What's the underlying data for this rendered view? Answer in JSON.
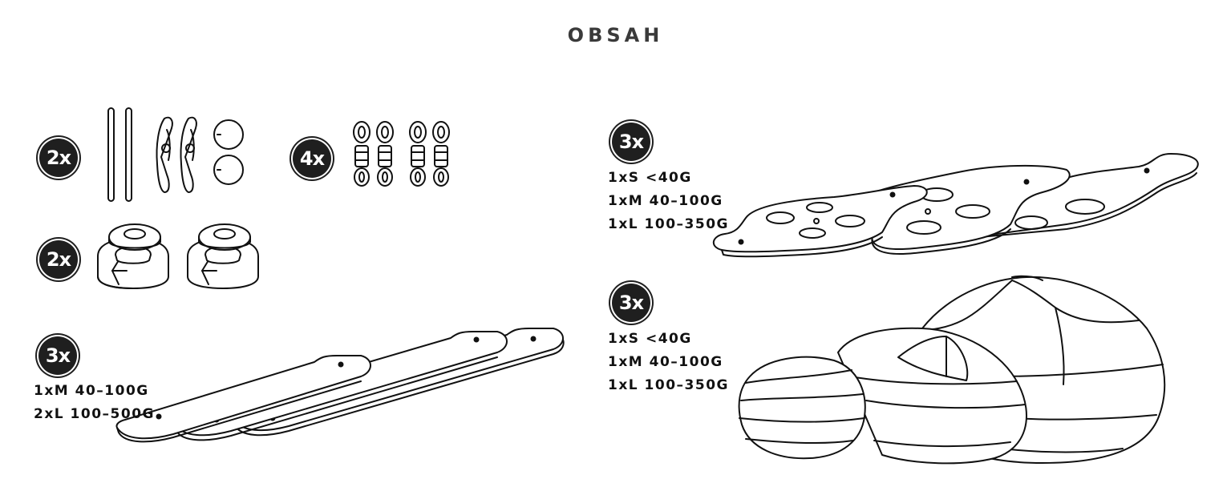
{
  "page": {
    "title": "OBSAH"
  },
  "groups": {
    "pins_clips_beads": {
      "badge": "2x"
    },
    "swivels": {
      "badge": "4x"
    },
    "stoppers": {
      "badge": "2x"
    },
    "arms": {
      "badge": "3x",
      "sizes": [
        "1xM 40–100G",
        "2xL 100–500G"
      ]
    },
    "plates": {
      "badge": "3x",
      "sizes": [
        "1xS <40G",
        "1xM 40–100G",
        "1xL 100–350G"
      ]
    },
    "sacks": {
      "badge": "3x",
      "sizes": [
        "1xS <40G",
        "1xM 40–100G",
        "1xL 100–350G"
      ]
    }
  },
  "colors": {
    "ink": "#111111",
    "badge_bg": "#1f1f1f",
    "title": "#3a3a3a"
  }
}
